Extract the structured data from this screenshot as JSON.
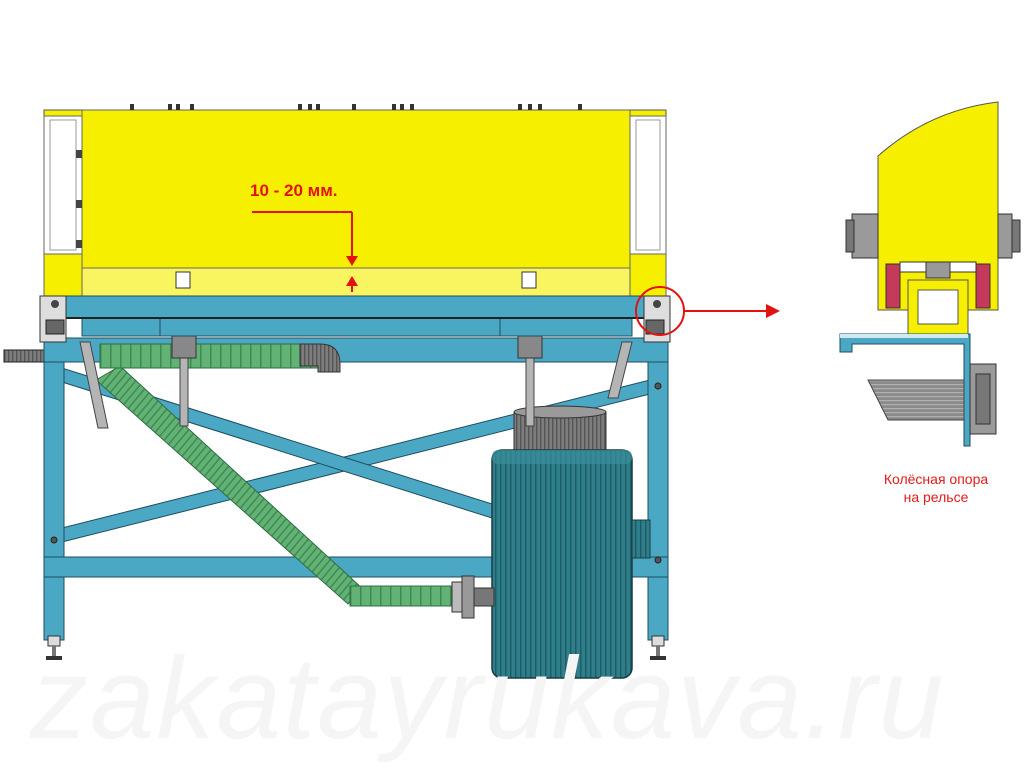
{
  "dimension_annotation": {
    "text": "10 - 20 мм."
  },
  "detail_caption": {
    "line1": "Колёсная опора",
    "line2": "на рельсе"
  },
  "watermark": {
    "text": "zakatayrukava.ru"
  },
  "colors": {
    "yellow_body": "#f6f000",
    "frame_blue": "#4aa8c4",
    "hose_green": "#5fae74",
    "roller_teal": "#2f7f8a",
    "annotation_red": "#e4120f"
  }
}
